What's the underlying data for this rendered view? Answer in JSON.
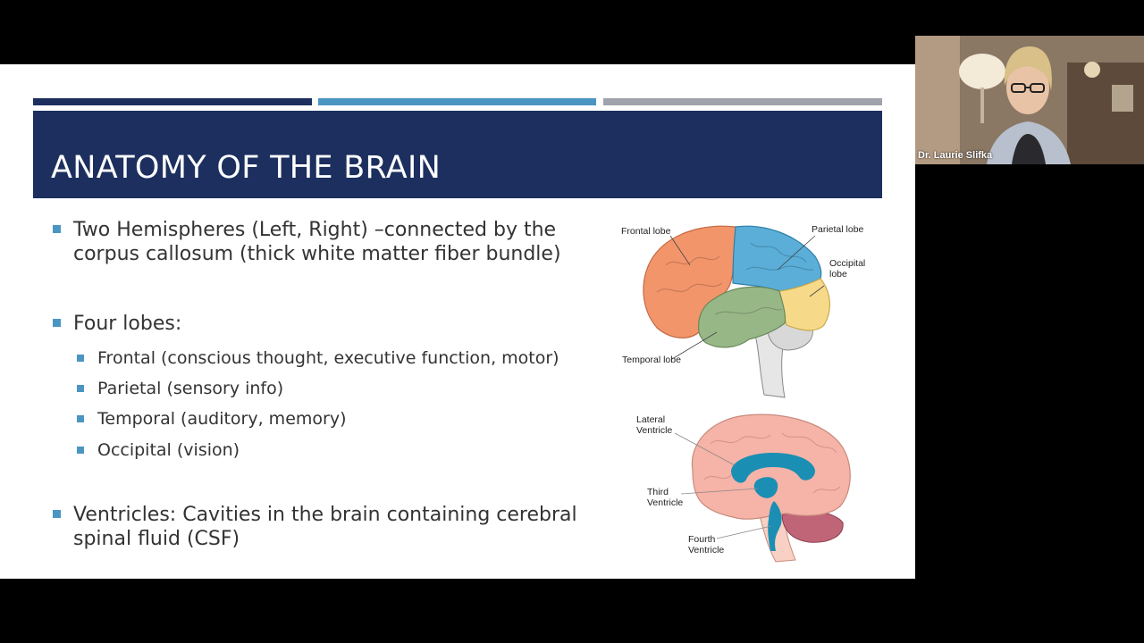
{
  "slide": {
    "title": "ANATOMY OF THE BRAIN",
    "bullets": [
      {
        "line1": "Two Hemispheres (Left, Right) –connected by the",
        "line2": "corpus callosum (thick white matter fiber bundle)"
      },
      {
        "line1": "Four lobes:"
      },
      {
        "line1": "Ventricles:  Cavities in the brain containing cerebral",
        "line2": "spinal fluid (CSF)"
      }
    ],
    "lobes": [
      "Frontal (conscious thought, executive function, motor)",
      "Parietal (sensory info)",
      "Temporal (auditory, memory)",
      "Occipital (vision)"
    ]
  },
  "figure_lobes": {
    "frontal": "Frontal lobe",
    "parietal": "Parietal lobe",
    "occipital_1": "Occipital",
    "occipital_2": "lobe",
    "temporal": "Temporal lobe"
  },
  "figure_ventricles": {
    "lateral_1": "Lateral",
    "lateral_2": "Ventricle",
    "third_1": "Third",
    "third_2": "Ventricle",
    "fourth_1": "Fourth",
    "fourth_2": "Ventricle"
  },
  "webcam": {
    "participant_name": "Dr. Laurie Slifka"
  },
  "colors": {
    "title_band": "#1c2f5e",
    "accent_blue": "#4b95c3",
    "accent_gray": "#9fa3ab",
    "frontal": "#f3956b",
    "parietal": "#5aaed8",
    "occipital": "#f7d98a",
    "temporal": "#98b787",
    "ventricle": "#1a8fb3"
  }
}
